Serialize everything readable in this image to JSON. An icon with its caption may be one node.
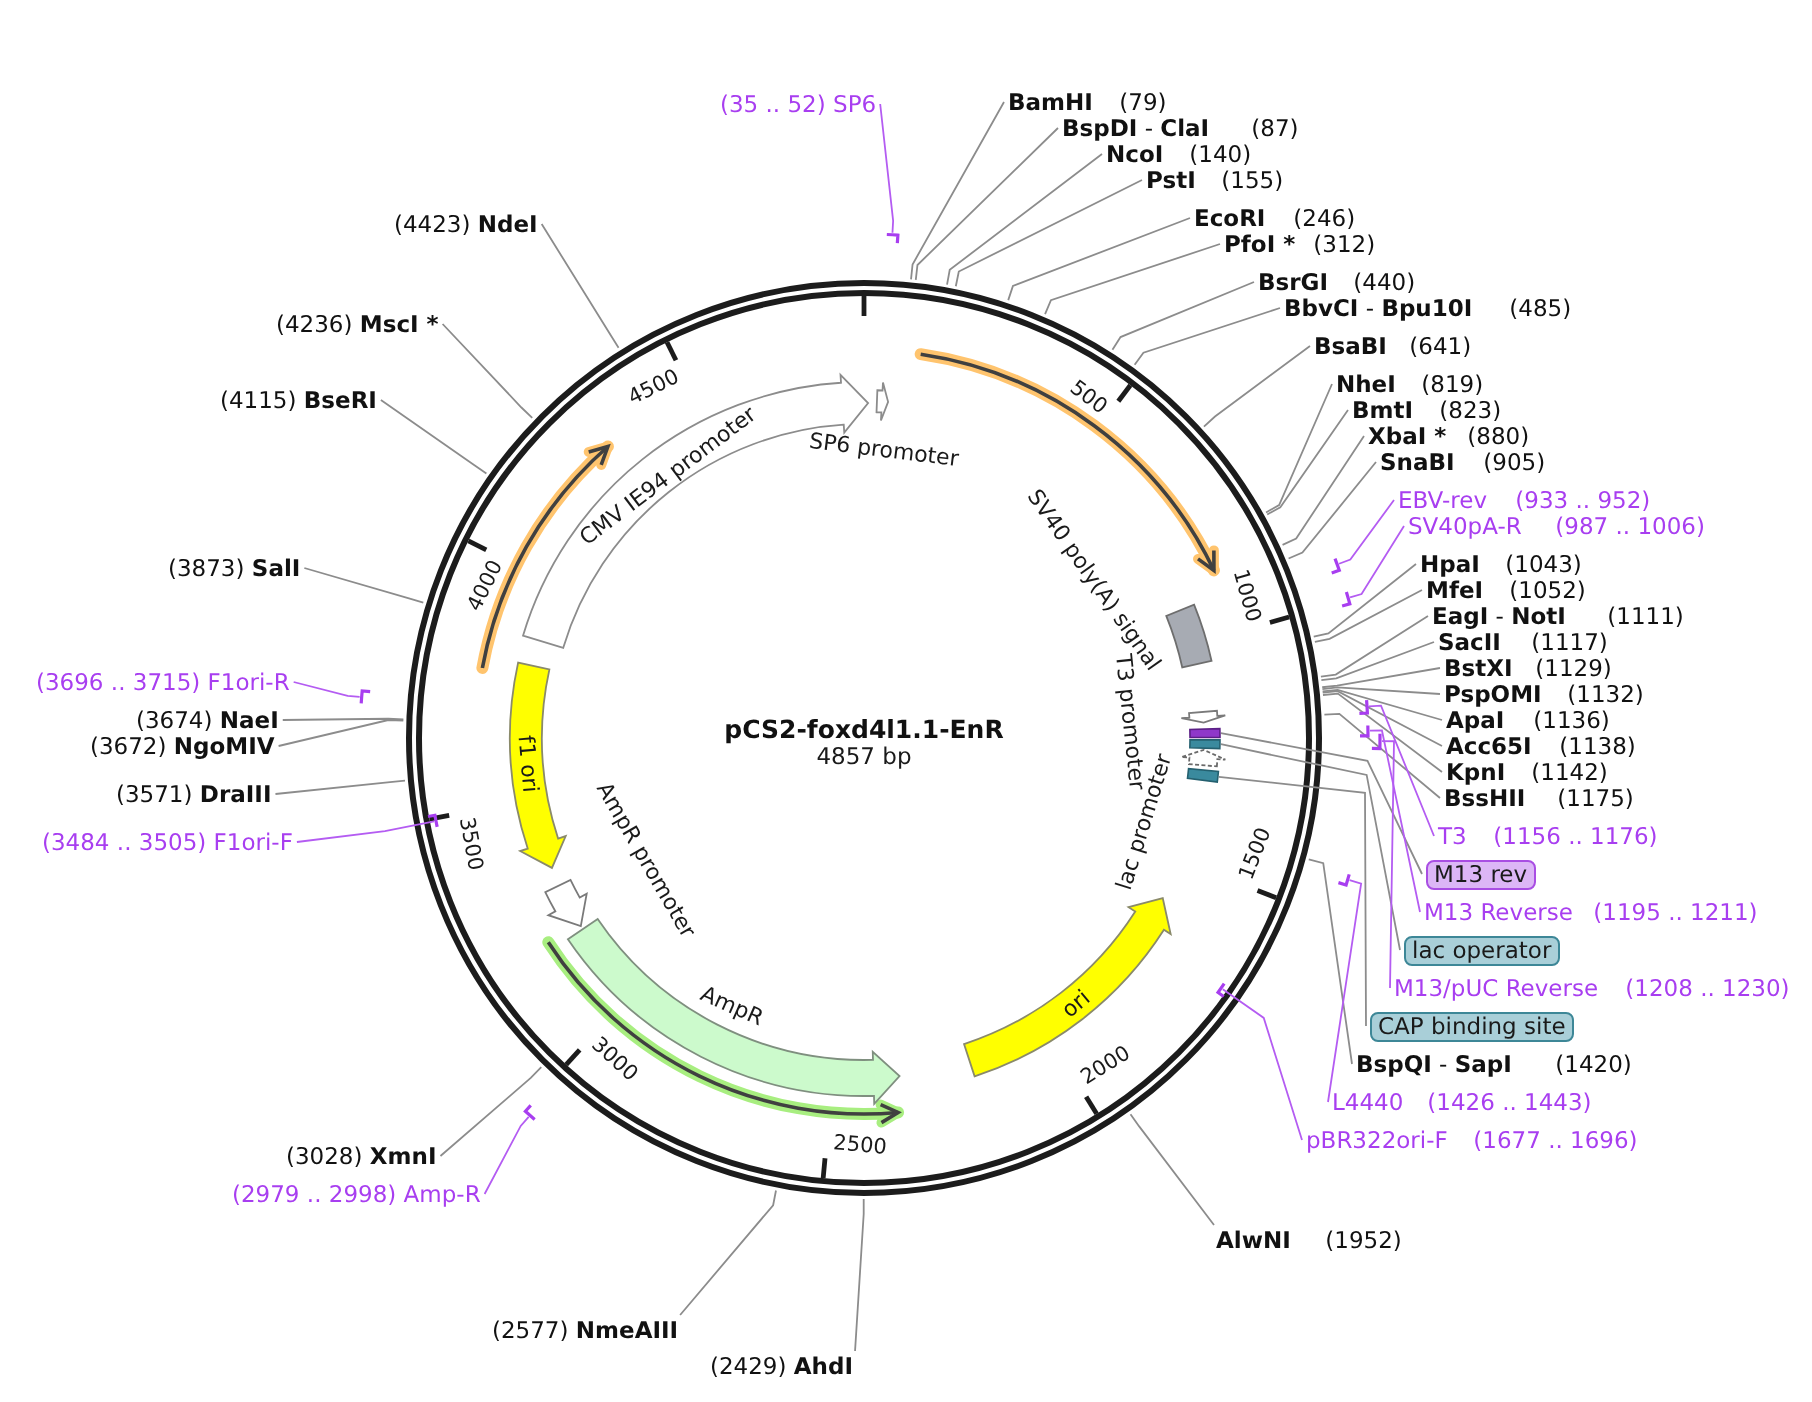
{
  "diagram": {
    "title": "pCS2-foxd4l1.1-EnR",
    "nodes": [
      {
        "text": [
          "(35 .. 52)",
          "SP6"
        ]
      },
      {
        "text": [
          "BamHI",
          "(79)"
        ]
      },
      {
        "text": [
          "**BspDI** - **ClaI**",
          "(87)"
        ]
      },
      {
        "text": [
          "NcoI",
          "(140)"
        ]
      },
      {
        "text": [
          "PstI",
          "(155)"
        ]
      },
      {
        "text": [
          "EcoRI",
          "(246)"
        ]
      },
      {
        "text": [
          "PfoI *",
          "(312)"
        ]
      },
      {
        "text": [
          "BsrGI",
          "(440)"
        ]
      },
      {
        "text": [
          "**BbvCI** - **Bpu10I**",
          "(485)"
        ]
      },
      {
        "text": [
          "BsaBI",
          "(641)"
        ]
      },
      {
        "text": [
          "NheI",
          "(819)"
        ]
      },
      {
        "text": [
          "BmtI",
          "(823)"
        ]
      },
      {
        "text": [
          "XbaI *",
          "(880)"
        ]
      },
      {
        "text": [
          "SnaBI",
          "(905)"
        ]
      },
      {
        "text": [
          "EBV-rev",
          "(933 .. 952)"
        ]
      },
      {
        "text": [
          "SV40pA-R",
          "(987 .. 1006)"
        ]
      },
      {
        "text": [
          "HpaI",
          "(1043)"
        ]
      },
      {
        "text": [
          "MfeI",
          "(1052)"
        ]
      },
      {
        "text": [
          "**EagI** - **NotI**",
          "(1111)"
        ]
      },
      {
        "text": [
          "SacII",
          "(1117)"
        ]
      },
      {
        "text": [
          "BstXI",
          "(1129)"
        ]
      },
      {
        "text": [
          "PspOMI",
          "(1132)"
        ]
      },
      {
        "text": [
          "ApaI",
          "(1136)"
        ]
      },
      {
        "text": [
          "Acc65I",
          "(1138)"
        ]
      },
      {
        "text": [
          "KpnI",
          "(1142)"
        ]
      },
      {
        "text": [
          "BssHII",
          "(1175)"
        ]
      },
      {
        "text": [
          "T3",
          "(1156 .. 1176)"
        ]
      },
      {
        "text": [
          "M13 rev"
        ]
      },
      {
        "text": [
          "M13 Reverse",
          "(1195 .. 1211)"
        ]
      },
      {
        "text": [
          "lac operator"
        ]
      },
      {
        "text": [
          "M13/pUC Reverse",
          "(1208 .. 1230)"
        ]
      },
      {
        "text": [
          "CAP binding site"
        ]
      },
      {
        "text": [
          "**BspQI** - **SapI**",
          "(1420)"
        ]
      },
      {
        "text": [
          "L4440",
          "(1426 .. 1443)"
        ]
      },
      {
        "text": [
          "pBR322ori-F",
          "(1677 .. 1696)"
        ]
      },
      {
        "text": [
          "AlwNI",
          "(1952)"
        ]
      },
      {
        "text": [
          "(2429)",
          "AhdI"
        ]
      },
      {
        "text": [
          "(2577)",
          "NmeAIII"
        ]
      },
      {
        "text": [
          "(2979 .. 2998)",
          "Amp-R"
        ]
      },
      {
        "text": [
          "(3028)",
          "XmnI"
        ]
      },
      {
        "text": [
          "(3484 .. 3505)",
          "F1ori-F"
        ]
      },
      {
        "text": [
          "(3571)",
          "DraIII"
        ]
      },
      {
        "text": [
          "(3672)",
          "NgoMIV"
        ]
      },
      {
        "text": [
          "(3674)",
          "NaeI"
        ]
      },
      {
        "text": [
          "(3696 .. 3715)",
          "F1ori-R"
        ]
      },
      {
        "text": [
          "(3873)",
          "SalI"
        ]
      },
      {
        "text": [
          "(4115)",
          "BseRI"
        ]
      },
      {
        "text": [
          "(4236)",
          "MscI *"
        ]
      },
      {
        "text": [
          "(4423)",
          "NdeI"
        ]
      },
      {
        "text": [
          "CMV IE94 promoter"
        ]
      },
      {
        "text": [
          "SP6 promoter"
        ]
      },
      {
        "text": [
          "SV40 poly(A) signal"
        ]
      },
      {
        "text": [
          "T3 promoter"
        ]
      },
      {
        "text": [],
        "shape": "box"
      },
      {
        "text": [],
        "shape": "box"
      },
      {
        "text": [
          "lac promoter"
        ]
      },
      {
        "text": [],
        "shape": "box"
      },
      {
        "text": [
          "ori"
        ]
      },
      {
        "text": [
          "AmpR"
        ]
      },
      {
        "text": [
          "AmpR promoter"
        ]
      },
      {
        "text": [
          "f1 ori"
        ]
      },
      {
        "text": [],
        "shape": "bar"
      },
      {
        "text": [],
        "shape": "bar"
      },
      {
        "text": [],
        "shape": "bar"
      },
      {
        "text": [],
        "shape": "bar"
      },
      {
        "text": [],
        "shape": "bar"
      },
      {
        "text": [],
        "shape": "bar"
      },
      {
        "text": [],
        "shape": "bar"
      },
      {
        "text": [],
        "shape": "bar"
      },
      {
        "text": [],
        "shape": "bar"
      },
      {
        "text": [],
        "shape": "bar"
      },
      {
        "text": [],
        "shape": "bar"
      }
    ],
    "edges": [
      {
        "from": 0,
        "to": 61,
        "arrow": "none",
        "color": "#b45cf2"
      },
      {
        "from": 1,
        "to": null,
        "arrow": "none"
      },
      {
        "from": 2,
        "to": null,
        "arrow": "none"
      },
      {
        "from": 3,
        "to": null,
        "arrow": "none"
      },
      {
        "from": 4,
        "to": null,
        "arrow": "none"
      },
      {
        "from": 5,
        "to": null,
        "arrow": "none"
      },
      {
        "from": 6,
        "to": null,
        "arrow": "none"
      },
      {
        "from": 7,
        "to": null,
        "arrow": "none"
      },
      {
        "from": 8,
        "to": null,
        "arrow": "none"
      },
      {
        "from": 9,
        "to": null,
        "arrow": "none"
      },
      {
        "from": 10,
        "to": null,
        "arrow": "none"
      },
      {
        "from": 11,
        "to": null,
        "arrow": "none"
      },
      {
        "from": 12,
        "to": null,
        "arrow": "none"
      },
      {
        "from": 13,
        "to": null,
        "arrow": "none"
      },
      {
        "from": 14,
        "to": 62,
        "arrow": "none",
        "color": "#b45cf2"
      },
      {
        "from": 15,
        "to": 63,
        "arrow": "none",
        "color": "#b45cf2"
      },
      {
        "from": 16,
        "to": null,
        "arrow": "none"
      },
      {
        "from": 17,
        "to": null,
        "arrow": "none"
      },
      {
        "from": 18,
        "to": null,
        "arrow": "none"
      },
      {
        "from": 19,
        "to": null,
        "arrow": "none"
      },
      {
        "from": 20,
        "to": null,
        "arrow": "none"
      },
      {
        "from": 21,
        "to": null,
        "arrow": "none"
      },
      {
        "from": 22,
        "to": null,
        "arrow": "none"
      },
      {
        "from": 23,
        "to": null,
        "arrow": "none"
      },
      {
        "from": 24,
        "to": null,
        "arrow": "none"
      },
      {
        "from": 25,
        "to": null,
        "arrow": "none"
      },
      {
        "from": 26,
        "to": 64,
        "arrow": "none",
        "color": "#b45cf2"
      },
      {
        "from": 27,
        "to": 53,
        "arrow": "none"
      },
      {
        "from": 28,
        "to": 65,
        "arrow": "none",
        "color": "#b45cf2"
      },
      {
        "from": 29,
        "to": 54,
        "arrow": "none"
      },
      {
        "from": 30,
        "to": 66,
        "arrow": "none",
        "color": "#b45cf2"
      },
      {
        "from": 31,
        "to": 56,
        "arrow": "none"
      },
      {
        "from": 32,
        "to": null,
        "arrow": "none"
      },
      {
        "from": 33,
        "to": 67,
        "arrow": "none",
        "color": "#b45cf2"
      },
      {
        "from": 34,
        "to": 68,
        "arrow": "none",
        "color": "#b45cf2"
      },
      {
        "from": 35,
        "to": null,
        "arrow": "none"
      },
      {
        "from": 36,
        "to": null,
        "arrow": "none"
      },
      {
        "from": 37,
        "to": null,
        "arrow": "none"
      },
      {
        "from": 38,
        "to": 69,
        "arrow": "none",
        "color": "#b45cf2"
      },
      {
        "from": 39,
        "to": null,
        "arrow": "none"
      },
      {
        "from": 40,
        "to": 70,
        "arrow": "none",
        "color": "#b45cf2"
      },
      {
        "from": 41,
        "to": null,
        "arrow": "none"
      },
      {
        "from": 42,
        "to": null,
        "arrow": "none"
      },
      {
        "from": 43,
        "to": null,
        "arrow": "none"
      },
      {
        "from": 44,
        "to": 71,
        "arrow": "none",
        "color": "#b45cf2"
      },
      {
        "from": 45,
        "to": null,
        "arrow": "none"
      },
      {
        "from": 46,
        "to": null,
        "arrow": "none"
      },
      {
        "from": 47,
        "to": null,
        "arrow": "none"
      },
      {
        "from": 48,
        "to": null,
        "arrow": "none"
      }
    ],
    "labels": [
      "4857 bp",
      "500",
      "1000",
      "1500",
      "2000",
      "2500",
      "3000",
      "3500",
      "4000",
      "4500"
    ]
  }
}
